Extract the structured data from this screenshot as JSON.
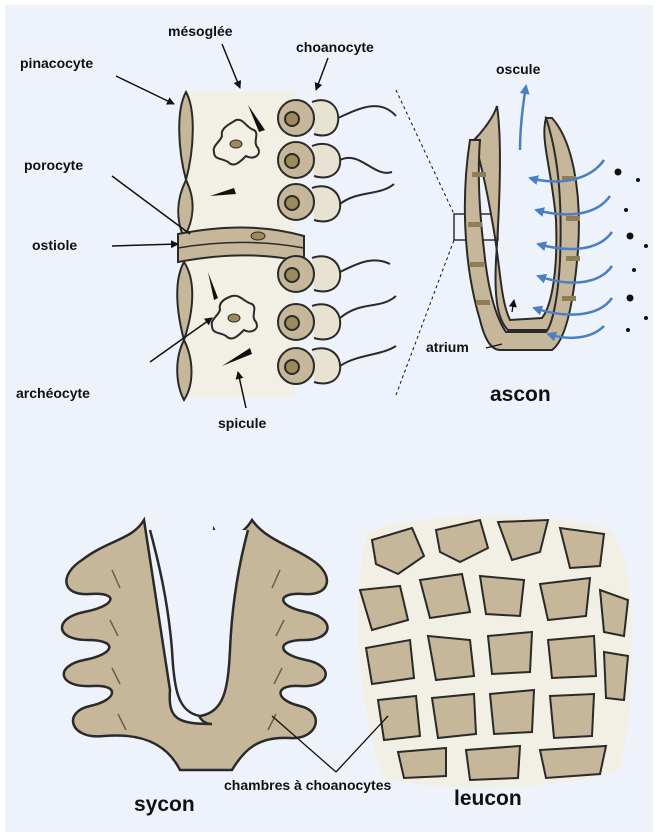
{
  "colors": {
    "background": "#eef3fb",
    "tissue": "#c6b79a",
    "mesoglea": "#f2efe4",
    "cell_outline": "#2a2a2a",
    "water_flow": "#4a7fc0",
    "nucleus": "#9c8a5a"
  },
  "labels": {
    "mesoglee": "mésoglée",
    "choanocyte": "choanocyte",
    "pinacocyte": "pinacocyte",
    "porocyte": "porocyte",
    "ostiole": "ostiole",
    "archeocyte": "archéocyte",
    "spicule": "spicule",
    "oscule": "oscule",
    "atrium": "atrium",
    "chambres": "chambres à choanocytes"
  },
  "titles": {
    "ascon": "ascon",
    "sycon": "sycon",
    "leucon": "leucon"
  }
}
